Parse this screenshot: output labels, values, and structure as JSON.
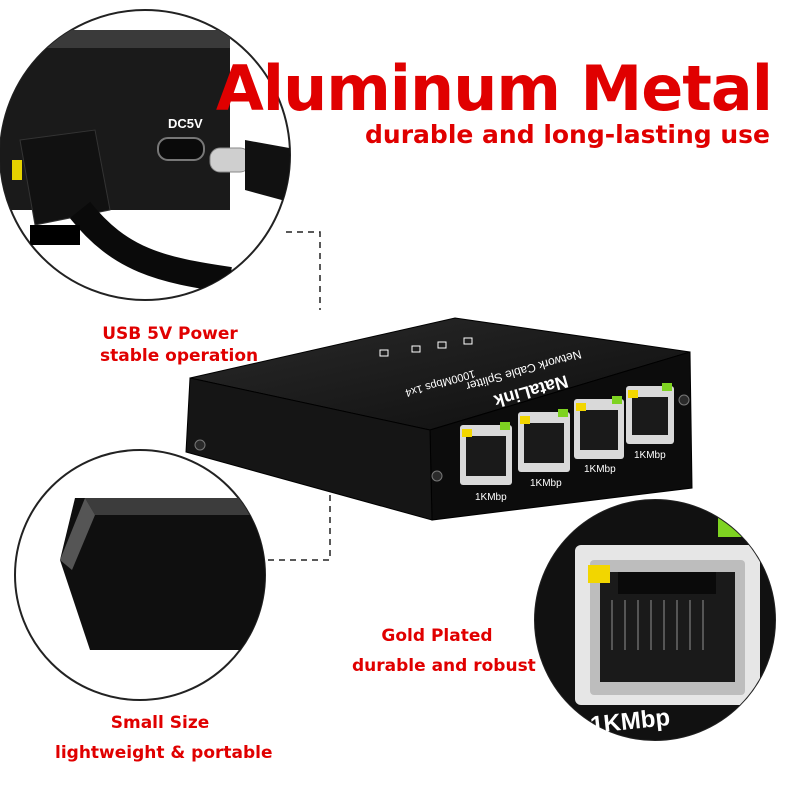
{
  "headline": {
    "title": "Aluminum Metal",
    "subtitle": "durable and long-lasting use"
  },
  "callouts": {
    "usb": {
      "line1": "USB 5V Power",
      "line2": "stable operation"
    },
    "size": {
      "line1": "Small Size",
      "line2": "lightweight & portable"
    },
    "gold": {
      "line1": "Gold Plated",
      "line2": "durable and robust"
    }
  },
  "device": {
    "brand": "NataLink",
    "product": "Network Cable Splitter",
    "spec": "1000Mbps 1x4",
    "port_labels": [
      "1KMbp",
      "1KMbp",
      "1KMbp",
      "1KMbp"
    ],
    "power_label": "DC5V",
    "zoom_port_label": "1KMbp"
  },
  "colors": {
    "accent": "#e00000",
    "device": "#111111",
    "led_green": "#7ed321",
    "led_yellow": "#f2d600"
  }
}
